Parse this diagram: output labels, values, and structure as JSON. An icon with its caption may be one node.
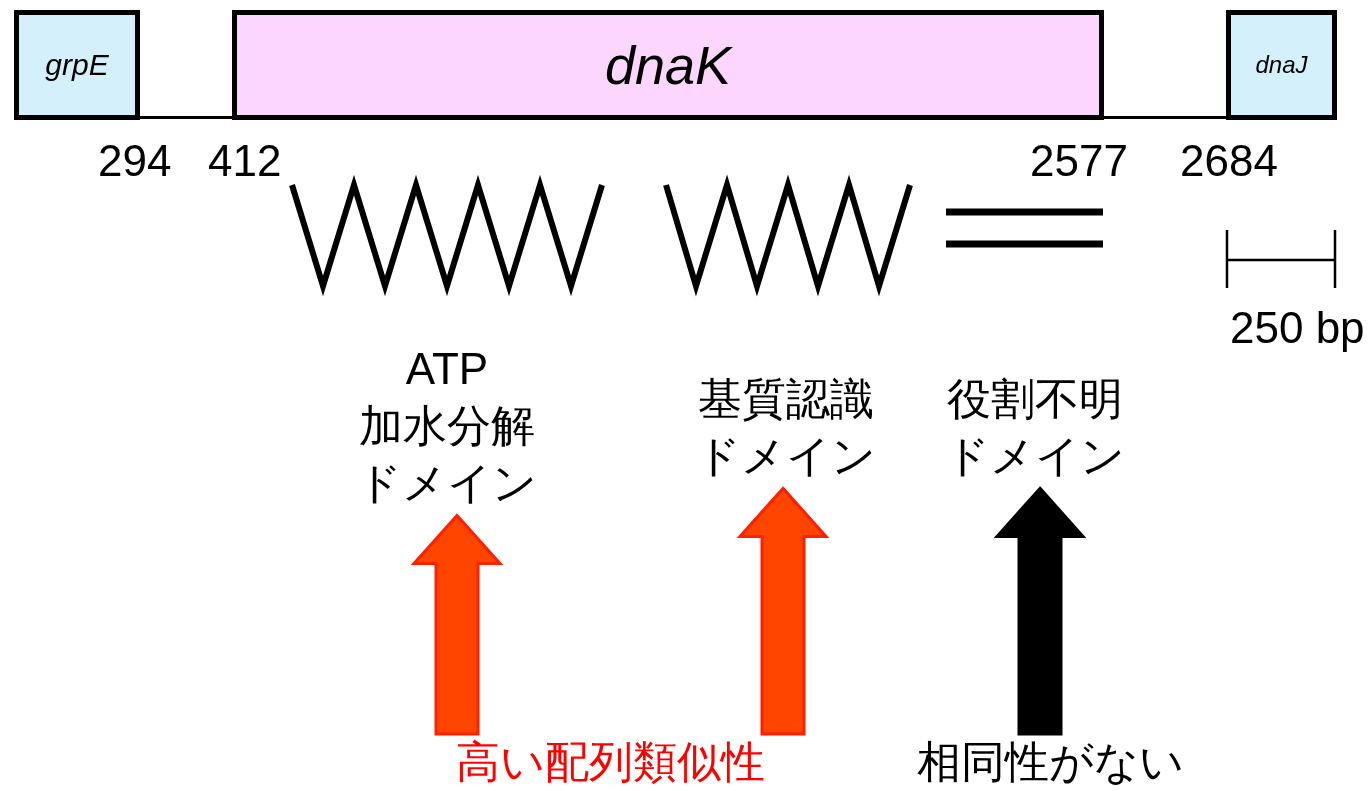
{
  "diagram": {
    "nodes": [
      {
        "text": [
          "grpE"
        ]
      },
      {
        "text": [
          "dnaK"
        ]
      },
      {
        "text": [
          "dnaJ"
        ]
      },
      {
        "text": [
          "ATP 加水分解ドメイン"
        ]
      },
      {
        "text": [
          "基質認識ドメイン"
        ]
      },
      {
        "text": [
          "役割不明ドメイン"
        ]
      },
      {
        "text": [
          "高い配列類似性"
        ]
      },
      {
        "text": [
          "相同性がない"
        ]
      }
    ],
    "edges": [
      {
        "from": 0,
        "to": 1,
        "arrow": "none"
      },
      {
        "from": 1,
        "to": 2,
        "arrow": "none"
      },
      {
        "from": 6,
        "to": 3,
        "arrow": "to",
        "style": "thick",
        "color": "#ff4500"
      },
      {
        "from": 6,
        "to": 4,
        "arrow": "to",
        "style": "thick",
        "color": "#ff4500"
      },
      {
        "from": 7,
        "to": 5,
        "arrow": "to",
        "style": "thick"
      }
    ],
    "labels": [
      "294",
      "412",
      "2577",
      "2684",
      "250 bp"
    ]
  }
}
